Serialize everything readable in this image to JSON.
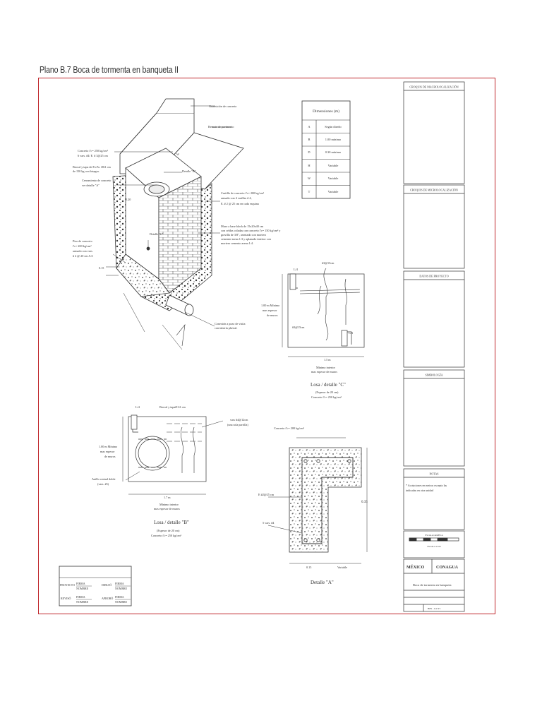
{
  "title": "Plano B.7 Boca de tormenta en banqueta  II",
  "main_view": {
    "labels": {
      "guarnicion": "Guarnición de concreto",
      "remate": "Remate de pavimento",
      "concreto_tapa_1": "Concreto f'c= 250 kg/cm²",
      "concreto_tapa_2": "6 vars. #4/ E. # 3@25 cm",
      "brocal_1": "Brocal y tapa de Fo.Fo. Ø61 cm",
      "brocal_2": "de 150 kg con bisagra.",
      "cerramiento_1": "Cerramiento de concreto",
      "cerramiento_2": "ver detalle \"A\"",
      "w": "W",
      "detalle_b": "Detalle \"B\"",
      "castillo_1": "Castillo de concreto f'c= 200 kg/cm²",
      "castillo_2": "armado con 4 varillas # 4,",
      "castillo_3": "E. # 2 @ 25 cm en cada esquina",
      "d20": "0.20",
      "detalle_c": "Detalle \"C\"",
      "muro_1": "Muro a base block de 15x20x40 cm",
      "muro_2": "con celdas coladas con concreto f'c= 150 kg/cm² y",
      "muro_3": "gravilla de 3/8\", asentado con mortero",
      "muro_4": "cemento-arena 1:3 y aplanado interior con",
      "muro_5": "mortero cemento arena 1:4.",
      "piso_1": "Piso de concreto",
      "piso_2": "f'c= 200 kg/cm²",
      "piso_3": "armado con vars.",
      "piso_4": "# 4 @ 20 cm A.S",
      "d15": "0.15",
      "conexion_1": "Conexión a pozo de visita",
      "conexion_2": "con tubería pluvial."
    }
  },
  "dimensions_table": {
    "header": "Dimensiones (m)",
    "rows": [
      {
        "key": "A",
        "value": "Según diseño"
      },
      {
        "key": "B",
        "value": "1.00 mínimo"
      },
      {
        "key": "D",
        "value": "0.30 mínimo"
      },
      {
        "key": "H",
        "value": "Variable"
      },
      {
        "key": "W",
        "value": "Variable"
      },
      {
        "key": "T",
        "value": "Variable"
      }
    ]
  },
  "detail_c": {
    "l4_top": "L/4",
    "rebar_top": "#3@15cm",
    "left_dim_1": "1.00 m Mínimo",
    "left_dim_2": "mas espesor",
    "left_dim_3": "de muros",
    "rebar_left": "#3@15cm",
    "l4_right": "L/4",
    "bottom_dim": "1.5 m",
    "note_1": "Mínimo interior",
    "note_2": "mas espesor de muros",
    "title": "Losa / detalle \"C\"",
    "sub_1": "(Espesor de 20 cm)",
    "sub_2": "Concreto f'c= 250 kg/cm²"
  },
  "detail_b": {
    "l4": "L/4",
    "brocal": "Brocal y tapaØ 61 cm",
    "vars_1": "vars #4@12cm",
    "vars_2": "(una sola parrilla)",
    "left_1": "1.00 m Mínimo",
    "left_2": "mas espesor",
    "left_3": "de muros",
    "anillo_1": "Anillo central doble",
    "anillo_2": "(vars. #3)",
    "bottom_dim": "1.7 m",
    "note_1": "Mínimo interior",
    "note_2": "mas espesor de muros",
    "title": "Losa / detalle \"B\"",
    "sub_1": "(Espesor de 20 cm)",
    "sub_2": "Concreto f'c= 250 kg/cm²"
  },
  "detail_a": {
    "concreto": "Concreto f'c= 200 kg/cm²",
    "estribos": "E #2@25 cm",
    "vars": "5 vars. #4",
    "dim_right": "0.35",
    "dim_bottom_1": "0.15",
    "dim_bottom_2": "Variable",
    "title": "Detalle \"A\""
  },
  "signature_block": {
    "proyecto": "PROYECTO",
    "reviso": "REVISÓ",
    "dibujo": "DIBUJÓ",
    "aprobo": "APROBÓ",
    "firma": "FIRMA",
    "nombre": "NOMBRE"
  },
  "side_panel": {
    "macro": "CROQUIS DE MACROLOCALIZACIÓN",
    "micro": "CROQUIS DE MICROLOCALIZACIÓN",
    "datos": "DATOS DE PROYECTO",
    "simbologia": "SIMBOLOGÍA",
    "notas": "NOTAS",
    "notas_text_1": "* Acotaciones en metros excepto las",
    "notas_text_2": "indicadas en otra unidad",
    "escala_grafica": "ESCALA GRÁFICA",
    "escala": "ESCALA 1:100",
    "mexico": "MÉXICO",
    "conagua": "CONAGUA",
    "plano_title": "Boca de tormenta en banqueta",
    "plano_num": "BPS - 0.4 Y1"
  },
  "colors": {
    "frame": "#c0282d",
    "line": "#333333"
  }
}
